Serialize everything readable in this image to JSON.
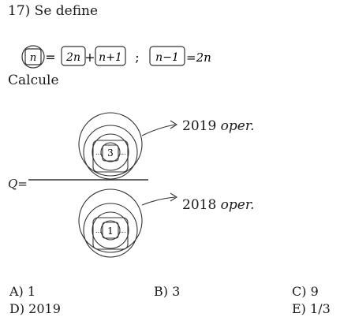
{
  "problem": {
    "title": "17) Se define",
    "definition": {
      "lhs_var": "n",
      "op1_var": "2n",
      "op2_var": "n+1",
      "sep": ";",
      "base_var": "n−1",
      "base_value": "=2n",
      "eq1": "="
    },
    "calcule": "Calcule",
    "q_label": "Q=",
    "top_fraction": {
      "inner_value": "3",
      "dots": "...",
      "count_number": "2019",
      "count_word": "oper."
    },
    "bottom_fraction": {
      "inner_value": "1",
      "dots": "...",
      "count_number": "2018",
      "count_word": "oper."
    },
    "options": [
      {
        "letter": "A)",
        "value": "1"
      },
      {
        "letter": "B)",
        "value": "3"
      },
      {
        "letter": "C)",
        "value": "9"
      },
      {
        "letter": "D)",
        "value": "2019"
      },
      {
        "letter": "E)",
        "value": "1/3"
      }
    ]
  }
}
